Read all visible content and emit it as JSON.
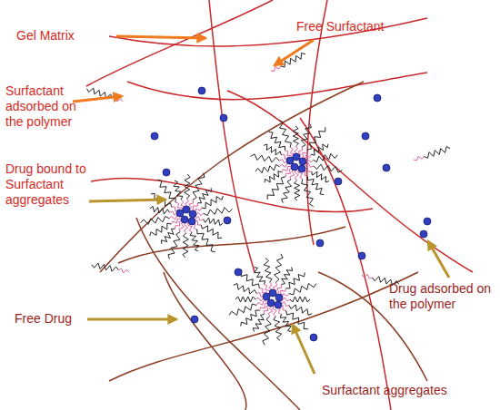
{
  "diagram": {
    "labels": [
      "Gel Matrix",
      "Free Surfactant",
      "Surfactant adsorbed on the polymer",
      "Drug bound to Surfactant aggregates",
      "Drug adsorbed on the polymer",
      "Free Drug",
      "Surfactant aggregates"
    ]
  }
}
